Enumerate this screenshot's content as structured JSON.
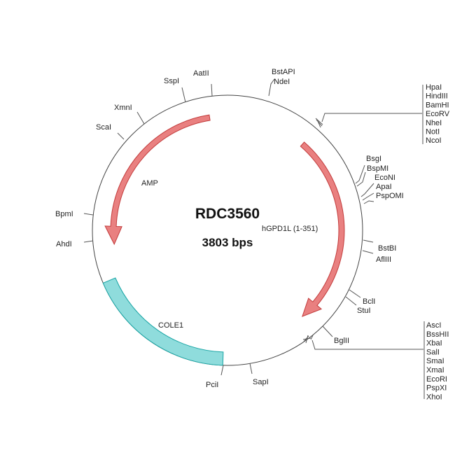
{
  "plasmid": {
    "name": "RDC3560",
    "size": "3803 bps"
  },
  "features": {
    "amp": "AMP",
    "insert": "hGPD1L (1-351)",
    "ori": "COLE1"
  },
  "colors": {
    "arrow_fill": "#e57373",
    "arrow_stroke": "#c62828",
    "ori_fill": "#7fd6d6",
    "ori_stroke": "#1aa5a5"
  },
  "sites": {
    "aatii": "AatII",
    "sspi": "SspI",
    "xmni": "XmnI",
    "scai": "ScaI",
    "bpmi": "BpmI",
    "ahdi": "AhdI",
    "bstapi": "BstAPI",
    "ndei": "NdeI",
    "bsgi": "BsgI",
    "bspmi": "BspMI",
    "econi": "EcoNI",
    "apai": "ApaI",
    "pspomi": "PspOMI",
    "bstbi": "BstBI",
    "afliii": "AflIII",
    "bcli": "BclI",
    "stui": "StuI",
    "bglii": "BglII",
    "sapi": "SapI",
    "pcii": "PciI"
  },
  "mcs1": [
    "HpaI",
    "HindIII",
    "BamHI",
    "EcoRV",
    "NheI",
    "NotI",
    "NcoI"
  ],
  "mcs2": [
    "AscI",
    "BssHII",
    "XbaI",
    "SalI",
    "SmaI",
    "XmaI",
    "EcoRI",
    "PspXI",
    "XhoI"
  ]
}
